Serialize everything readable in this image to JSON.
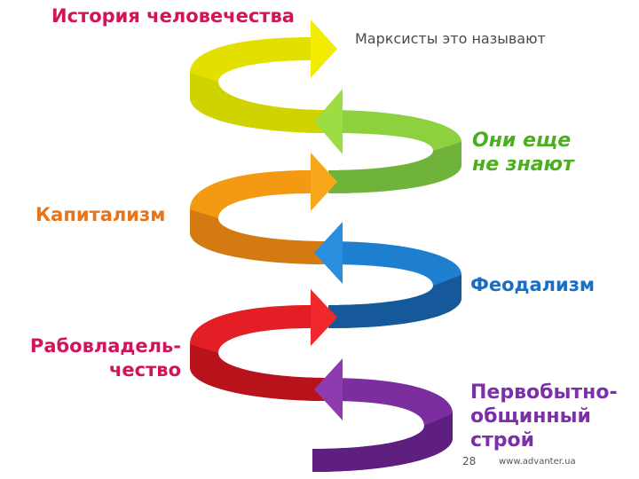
{
  "title": "История человечества",
  "subtitle": "Марксисты это называют",
  "stages": [
    {
      "label": "Они еще\nне знают",
      "color": "#8dd13f"
    },
    {
      "label": "Капитализм",
      "color": "#f39a12"
    },
    {
      "label": "Феодализм",
      "color": "#1e7fd0"
    },
    {
      "label": "Рабовладель-\nчество",
      "color": "#e31e24"
    },
    {
      "label": "Первобытно-\nобщинный\nстрой",
      "color": "#7d2e9e"
    }
  ],
  "top_stage_color": "#f2e600",
  "footer": {
    "page": "28",
    "site": "www.advanter.ua"
  }
}
